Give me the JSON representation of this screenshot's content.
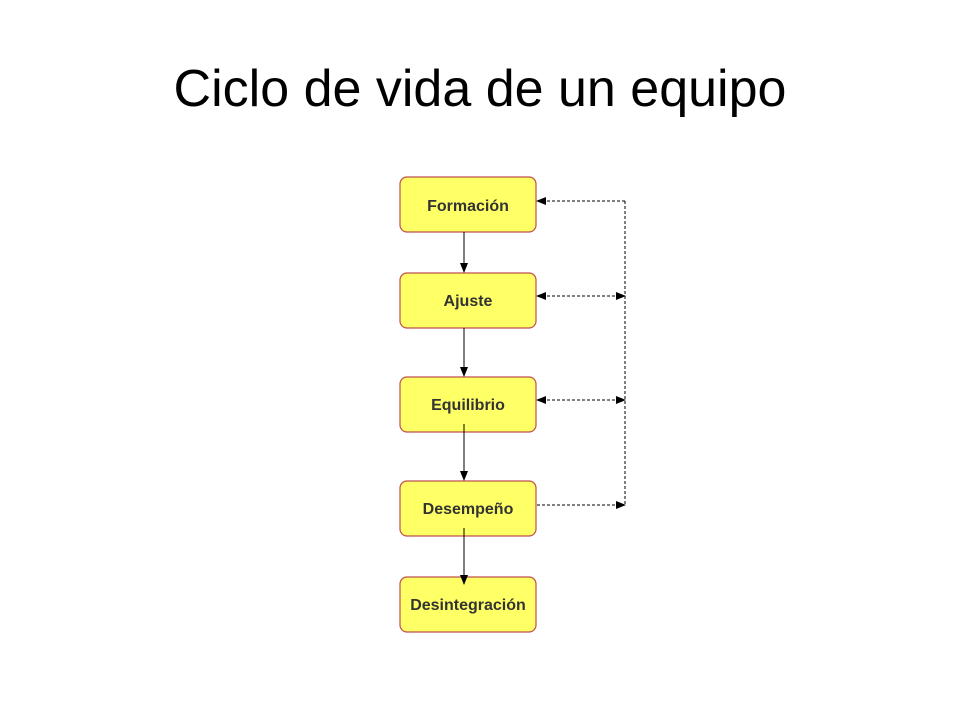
{
  "title": "Ciclo de vida de un equipo",
  "colors": {
    "box_fill": "#FFFF66",
    "box_stroke": "#C0504D",
    "arrow": "#000000",
    "text": "#333333"
  },
  "stages": [
    {
      "label": "Formación"
    },
    {
      "label": "Ajuste"
    },
    {
      "label": "Equilibrio"
    },
    {
      "label": "Desempeño"
    },
    {
      "label": "Desintegración"
    }
  ]
}
